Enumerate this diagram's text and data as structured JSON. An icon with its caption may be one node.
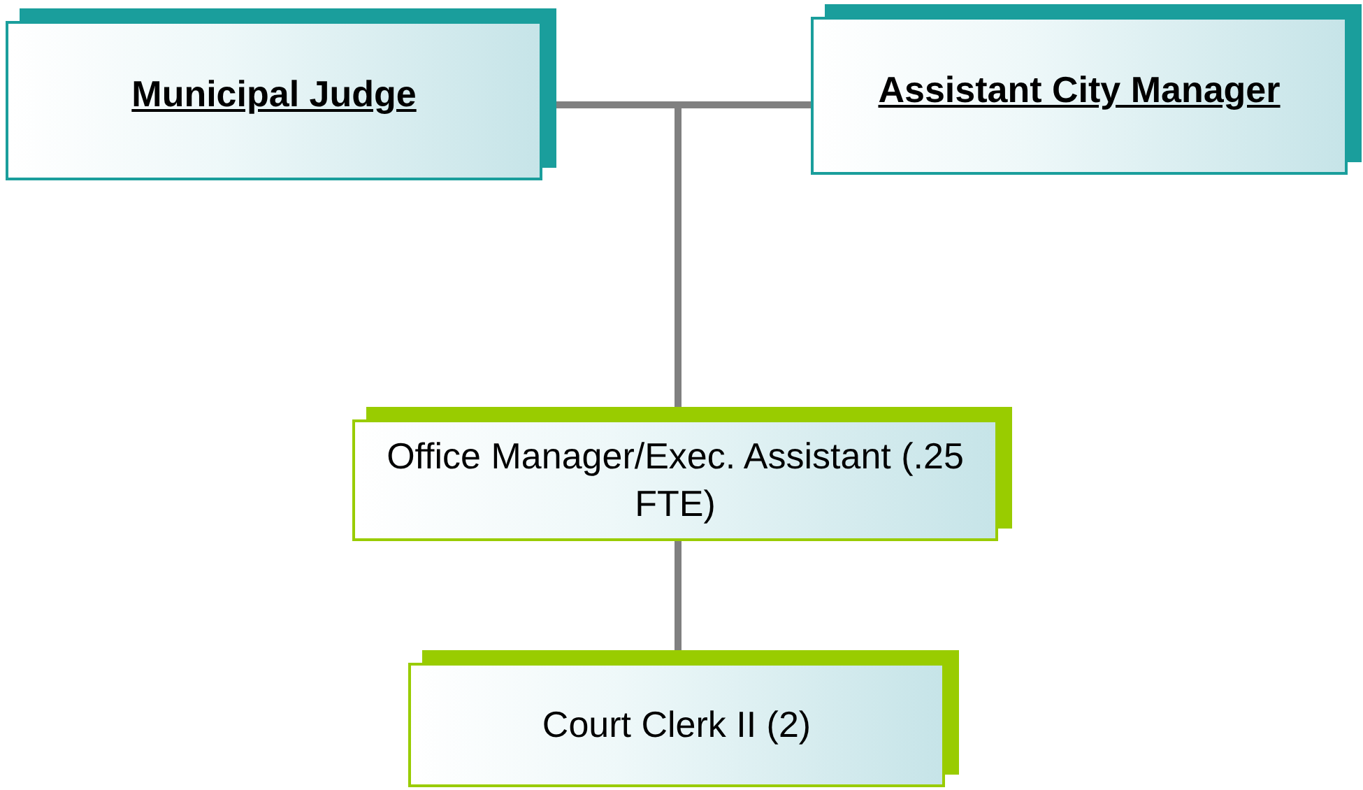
{
  "diagram": {
    "nodes": [
      {
        "text": [
          "Municipal Judge"
        ]
      },
      {
        "text": [
          "Assistant City Manager"
        ]
      },
      {
        "text": [
          "Office Manager/Exec. Assistant (.25 FTE)"
        ]
      },
      {
        "text": [
          "Court Clerk II (2)"
        ]
      }
    ],
    "edges": [
      {
        "from": 0,
        "to": 2,
        "arrow": "none"
      },
      {
        "from": 1,
        "to": 2,
        "arrow": "none"
      },
      {
        "from": 2,
        "to": 3,
        "arrow": "none"
      }
    ]
  }
}
